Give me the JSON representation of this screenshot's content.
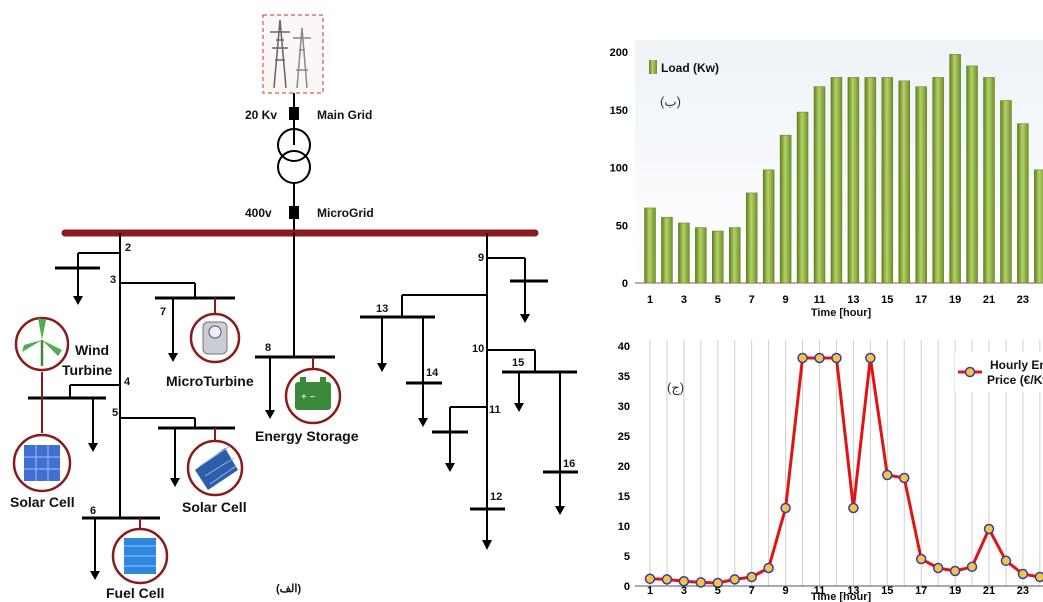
{
  "diagram": {
    "grid_label": "Main Grid",
    "grid_voltage": "20 Kv",
    "microgrid_label": "MicroGrid",
    "microgrid_voltage": "400v",
    "buses": [
      "2",
      "3",
      "4",
      "5",
      "6",
      "7",
      "8",
      "9",
      "10",
      "11",
      "12",
      "13",
      "14",
      "15",
      "16"
    ],
    "components": {
      "wind_turbine": "Wind Turbine",
      "micro_turbine": "MicroTurbine",
      "energy_storage": "Energy Storage",
      "solar_cell_a": "Solar Cell",
      "solar_cell_b": "Solar Cell",
      "fuel_cell": "Fuel Cell"
    },
    "panel_label": "(الف)"
  },
  "chart_data": [
    {
      "type": "bar",
      "panel_label": "(ب)",
      "legend": "Load (Kw)",
      "xlabel": "Time [hour]",
      "x_ticks": [
        "1",
        "3",
        "5",
        "7",
        "9",
        "11",
        "13",
        "15",
        "17",
        "19",
        "21",
        "23"
      ],
      "y_ticks": [
        "0",
        "50",
        "100",
        "150",
        "200"
      ],
      "ylim": [
        0,
        200
      ],
      "categories": [
        1,
        2,
        3,
        4,
        5,
        6,
        7,
        8,
        9,
        10,
        11,
        12,
        13,
        14,
        15,
        16,
        17,
        18,
        19,
        20,
        21,
        22,
        23,
        24
      ],
      "values": [
        65,
        57,
        52,
        48,
        45,
        48,
        78,
        98,
        128,
        148,
        170,
        178,
        178,
        178,
        178,
        175,
        170,
        178,
        198,
        188,
        178,
        158,
        138,
        98
      ],
      "colors": {
        "bar_light": "#b4d26a",
        "bar_dark": "#5e7f1c"
      }
    },
    {
      "type": "line",
      "panel_label": "(ج)",
      "legend": [
        "Hourly Energy",
        "Price   (€/Kwh)"
      ],
      "xlabel": "Time [hour]",
      "x_ticks": [
        "1",
        "3",
        "5",
        "7",
        "9",
        "11",
        "13",
        "15",
        "17",
        "19",
        "21",
        "23"
      ],
      "y_ticks": [
        "0",
        "5",
        "10",
        "15",
        "20",
        "25",
        "30",
        "35",
        "40"
      ],
      "ylim": [
        0,
        40
      ],
      "x": [
        1,
        2,
        3,
        4,
        5,
        6,
        7,
        8,
        9,
        10,
        11,
        12,
        13,
        14,
        15,
        16,
        17,
        18,
        19,
        20,
        21,
        22,
        23,
        24
      ],
      "values": [
        1.2,
        1.1,
        0.8,
        0.6,
        0.5,
        1.1,
        1.5,
        3.0,
        13.0,
        38.0,
        38.0,
        38.0,
        13.0,
        38.0,
        18.5,
        18.0,
        4.5,
        3.0,
        2.5,
        3.2,
        9.5,
        4.2,
        2.0,
        1.5
      ],
      "colors": {
        "line": "#e01414",
        "marker_fill": "#f5c542",
        "marker_edge": "#3a3aa8"
      }
    }
  ]
}
